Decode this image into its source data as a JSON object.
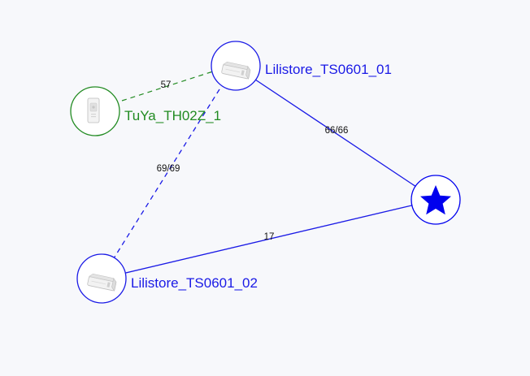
{
  "colors": {
    "background": "#f7f8fb",
    "coordinator": "#0000ee",
    "router": "#1a1ae6",
    "end_device": "#228b22",
    "node_fill": "#ffffff",
    "link_label": "#111111"
  },
  "nodes": [
    {
      "id": "coordinator",
      "role": "coordinator",
      "label": "",
      "icon": "star-icon"
    },
    {
      "id": "ts0601_01",
      "role": "router",
      "label": "Lilistore_TS0601_01",
      "icon": "curtain-motor-icon"
    },
    {
      "id": "ts0601_02",
      "role": "router",
      "label": "Lilistore_TS0601_02",
      "icon": "curtain-motor-icon"
    },
    {
      "id": "th02z_1",
      "role": "end_device",
      "label": "TuYa_TH02Z_1",
      "icon": "sensor-icon"
    }
  ],
  "links": [
    {
      "id": "link-01-coord",
      "source": "ts0601_01",
      "target": "coordinator",
      "label": "66/66",
      "style": "solid",
      "color": "router"
    },
    {
      "id": "link-02-coord",
      "source": "ts0601_02",
      "target": "coordinator",
      "label": "17",
      "style": "solid",
      "color": "router"
    },
    {
      "id": "link-01-02",
      "source": "ts0601_01",
      "target": "ts0601_02",
      "label": "69/69",
      "style": "dashed",
      "color": "router"
    },
    {
      "id": "link-th02z-01",
      "source": "th02z_1",
      "target": "ts0601_01",
      "label": "57",
      "style": "dashed",
      "color": "end_device"
    }
  ]
}
